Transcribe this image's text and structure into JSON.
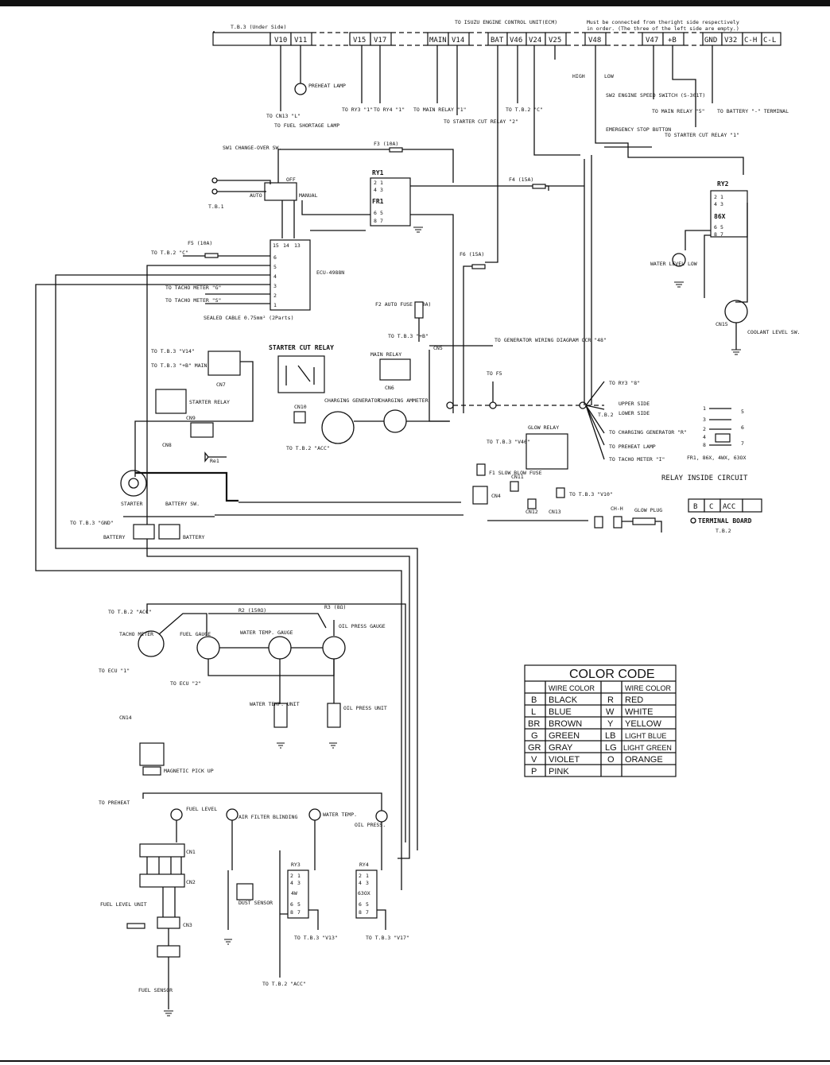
{
  "terminal_board_top": {
    "label": "T.B.3 (Under Side)",
    "group1": [
      "V10",
      "V11"
    ],
    "group2": [
      "V15",
      "V17"
    ],
    "group3": [
      "MAIN",
      "V14"
    ],
    "group4": [
      "BAT",
      "V46",
      "V24",
      "V25"
    ],
    "group5": [
      "V48"
    ],
    "group6": [
      "V47",
      "+B"
    ],
    "group7": [
      "GND",
      "V32",
      "C-H",
      "C-L"
    ],
    "ecu_note": "TO ISUZU ENGINE CONTROL UNIT(ECM)",
    "connect_note_1": "Must be connected from theright side respectively",
    "connect_note_2": "in order. (The three of the left side are empty.)"
  },
  "labels": {
    "preheat_lamp": "PREHEAT LAMP",
    "to_cn13": "TO CN13 \"L\"",
    "to_fuel_shortage": "TO FUEL SHORTAGE LAMP",
    "to_tb2_acc": "TO T.B.2 \"ACC\"",
    "to_ry3": "TO RY3 \"1\"",
    "to_ry4": "TO RY4 \"1\"",
    "to_main_relay_1": "TO MAIN RELAY \"1\"",
    "to_starter_cut_2": "TO STARTER CUT RELAY \"2\"",
    "to_tb2_c": "TO T.B.2 \"C\"",
    "high": "HIGH",
    "low": "LOW",
    "sw2": "SW2 ENGINE SPEED SWITCH (S-301T)",
    "to_main_relay_5": "TO MAIN RELAY \"5\"",
    "to_starter_cut_1": "TO STARTER CUT RELAY \"1\"",
    "to_battery": "TO BATTERY \"-\" TERMINAL",
    "emergency_stop": "EMERGENCY STOP BUTTON",
    "sw1": "SW1 CHANGE-OVER SW.",
    "off": "OFF",
    "auto": "AUTO",
    "manual": "MANUAL",
    "tb1": "T.B.1",
    "f3": "F3 (10A)",
    "f4": "F4 (15A)",
    "f5": "F5 (10A)",
    "f6": "F6 (15A)",
    "ry1": "RY1",
    "ry2": "RY2",
    "ry1_pins": [
      "2",
      "1",
      "4",
      "3",
      "FR1",
      "6",
      "5",
      "8",
      "7"
    ],
    "ry2_pins": [
      "2",
      "1",
      "4",
      "3",
      "86X",
      "6",
      "5",
      "8",
      "7"
    ],
    "ecu": "ECU-4988N",
    "ecu_pins_top": [
      "15",
      "14",
      "13"
    ],
    "ecu_pins_side": [
      "6",
      "5",
      "4",
      "3",
      "2",
      "1"
    ],
    "to_tb2_c_left": "TO T.B.2 \"C\"",
    "to_tacho_g": "TO TACHO METER \"G\"",
    "to_tacho_s": "TO TACHO METER \"S\"",
    "sealed_cable": "SEALED CABLE 0.75mm² (2Parts)",
    "water_level_low": "WATER LEVEL LOW",
    "cn15": "CN15",
    "coolant_level": "COOLANT LEVEL SW.",
    "f2": "F2 AUTO FUSE (30A)",
    "to_tb3_b": "TO T.B.3 \"+B\"",
    "cn5": "CN5",
    "to_generator": "TO GENERATOR WIRING DIAGRAM OCR \"48\"",
    "starter_cut_relay": "STARTER CUT RELAY",
    "main_relay": "MAIN RELAY",
    "cn6": "CN6",
    "to_tb3_v14": "TO T.B.3 \"V14\"",
    "to_tb3_b_main": "TO T.B.3 \"+B\" MAIN",
    "cn7": "CN7",
    "starter_relay": "STARTER RELAY",
    "to_f5": "TO F5",
    "to_ry3_8": "TO RY3 \"8\"",
    "upper_side": "UPPER SIDE",
    "lower_side": "LOWER SIDE",
    "tb2": "T.B.2",
    "to_charging_gen_r": "TO CHARGING GENERATOR \"R\"",
    "to_preheat_lamp": "TO PREHEAT LAMP",
    "to_tacho_i": "TO TACHO METER \"I\"",
    "charging_generator": "CHARGING GENERATOR",
    "charging_ammeter": "CHARGING AMMETER",
    "cn10": "CN10",
    "to_tb2_acc_2": "TO T.B.2 \"ACC\"",
    "glow_relay": "GLOW RELAY",
    "to_tb3_v46": "TO T.B.3 \"V46\"",
    "cn9": "CN9",
    "cn8": "CN8",
    "re1": "Re1",
    "starter": "STARTER",
    "battery_sw": "BATTERY SW.",
    "battery": "BATTERY",
    "to_tb3_gnd": "TO T.B.3 \"GND\"",
    "f1": "F1 SLOW BLOW FUSE",
    "cn11": "CN11",
    "cn4": "CN4",
    "cn12": "CN12",
    "cn13": "CN13",
    "to_tb3_v10": "TO T.B.3 \"V10\"",
    "ch_h": "CH-H",
    "glow_plug": "GLOW PLUG",
    "relay_inside_circuit": "RELAY INSIDE CIRCUIT",
    "relay_models": "FR1, 86X, 4WX, 63OX",
    "tb2_cells": [
      "B",
      "C",
      "ACC"
    ],
    "terminal_board": "TERMINAL BOARD",
    "tacho_meter": "TACHO METER",
    "fuel_gauge": "FUEL GAUGE",
    "water_temp_gauge": "WATER TEMP. GAUGE",
    "oil_press_gauge": "OIL PRESS GAUGE",
    "r2": "R2 (150Ω)",
    "r3": "R3 (8Ω)",
    "to_ecu_1": "TO ECU \"1\"",
    "to_ecu_2": "TO ECU \"2\"",
    "cn14": "CN14",
    "magnetic_pickup": "MAGNETIC PICK UP",
    "water_temp_unit": "WATER TEMP. UNIT",
    "oil_press_unit": "OIL PRESS UNIT",
    "to_preheat": "TO PREHEAT",
    "fuel_level": "FUEL LEVEL",
    "air_filter": "AIR FILTER BLINDING",
    "water_temp": "WATER TEMP.",
    "oil_press": "OIL PRESS.",
    "cn1": "CN1",
    "cn2": "CN2",
    "cn3": "CN3",
    "fuel_level_unit": "FUEL LEVEL UNIT",
    "fuel_sensor": "FUEL SENSOR",
    "dust_sensor": "DUST SENSOR",
    "ry3": "RY3",
    "ry4": "RY4",
    "ry3_pins": [
      "2",
      "1",
      "4",
      "3",
      "4W",
      "6",
      "5",
      "8",
      "7"
    ],
    "ry4_pins": [
      "2",
      "1",
      "4",
      "3",
      "63OX",
      "6",
      "5",
      "8",
      "7"
    ],
    "to_tb3_v13": "TO T.B.3 \"V13\"",
    "to_tb3_v17": "TO T.B.3 \"V17\"",
    "to_tb2_acc_3": "TO T.B.2 \"ACC\""
  },
  "color_code": {
    "title": "COLOR CODE",
    "header": "WIRE COLOR",
    "rows": [
      {
        "c1": "B",
        "n1": "BLACK",
        "c2": "R",
        "n2": "RED"
      },
      {
        "c1": "L",
        "n1": "BLUE",
        "c2": "W",
        "n2": "WHITE"
      },
      {
        "c1": "BR",
        "n1": "BROWN",
        "c2": "Y",
        "n2": "YELLOW"
      },
      {
        "c1": "G",
        "n1": "GREEN",
        "c2": "LB",
        "n2": "LIGHT BLUE"
      },
      {
        "c1": "GR",
        "n1": "GRAY",
        "c2": "LG",
        "n2": "LIGHT GREEN"
      },
      {
        "c1": "V",
        "n1": "VIOLET",
        "c2": "O",
        "n2": "ORANGE"
      },
      {
        "c1": "P",
        "n1": "PINK",
        "c2": "",
        "n2": ""
      }
    ]
  }
}
